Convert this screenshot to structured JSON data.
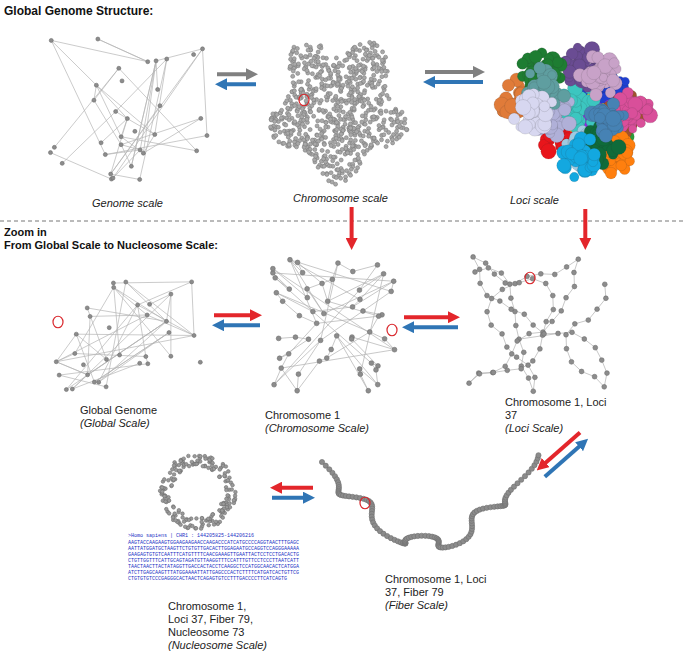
{
  "diagram": {
    "nodes": [
      {
        "text": [
          "Genome scale"
        ]
      },
      {
        "text": [
          "Chromosome scale"
        ]
      },
      {
        "text": [
          "Loci scale"
        ]
      },
      {
        "text": [
          "Global Genome",
          "(Global Scale)"
        ]
      },
      {
        "text": [
          "Chromosome 1",
          "(Chromosome Scale)"
        ]
      },
      {
        "text": [
          "Chromosome 1, Loci 37",
          "(Loci Scale)"
        ]
      },
      {
        "text": [
          "Chromosome 1, Loci 37, Fiber 79",
          "(Fiber Scale)"
        ]
      },
      {
        "text": [
          "Chromosome 1, Loci 37, Fiber 79, Nucleosome 73",
          "(Nucleosome Scale)"
        ]
      }
    ],
    "edges": [
      {
        "from": 0,
        "to": 1,
        "arrow": "to"
      },
      {
        "from": 1,
        "to": 0,
        "arrow": "to"
      },
      {
        "from": 1,
        "to": 2,
        "arrow": "to"
      },
      {
        "from": 2,
        "to": 1,
        "arrow": "to"
      },
      {
        "from": 1,
        "to": 4,
        "arrow": "to"
      },
      {
        "from": 2,
        "to": 5,
        "arrow": "to"
      },
      {
        "from": 3,
        "to": 4,
        "arrow": "to"
      },
      {
        "from": 4,
        "to": 3,
        "arrow": "to"
      },
      {
        "from": 4,
        "to": 5,
        "arrow": "to"
      },
      {
        "from": 5,
        "to": 4,
        "arrow": "to"
      },
      {
        "from": 5,
        "to": 6,
        "arrow": "to"
      },
      {
        "from": 6,
        "to": 5,
        "arrow": "to"
      },
      {
        "from": 6,
        "to": 7,
        "arrow": "to"
      },
      {
        "from": 7,
        "to": 6,
        "arrow": "to"
      }
    ],
    "labels": [
      "Global Genome Structure:",
      "Zoom in",
      "From Global Scale to Nucleosome Scale:",
      ">Homo sapiens | CHR1 : 144205825-144206216",
      "AAGTACCAAGAAGTGGAAGAAGAACCAAGACCCATCATGCCCCAGGTAACTTTGAGCAATTATGGATGCTAAGTTCTGTGTTGACACTTGGAGAATGCCAGGTCCAGGGAAAAAGAAGAGTGTGTCAATTTCATGTTTTCAACGAAAGTTGAATTACTCCTCCTGACACTGCTGTTGGTTTCATTGCAGTAGATGTTAAGGTTTCCATTTGTTCCTCCCTTAATCATTTAACTAACTTACTATAGGTTGACCACTACCTCAAGGCTCCATGGCAACACTCATGGAATCTTGAGCAAGTTTATGGAAAATTATTGAGCCCACTCTTTTCATGATCACTGTTCGCTGTGTGTCCCGAGGGCACTAACTCAGAGTGTCCTTTGACCCCTTCATCAGTG"
    ]
  }
}
